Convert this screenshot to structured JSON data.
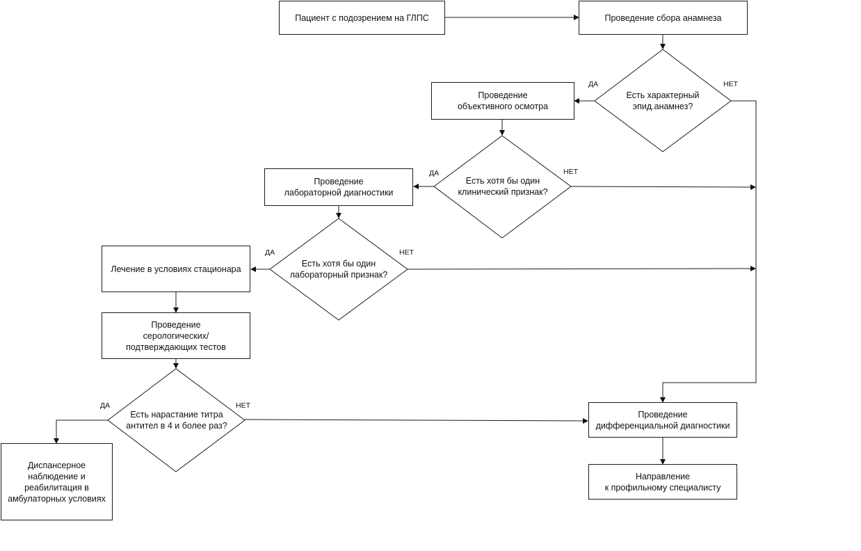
{
  "boxes": {
    "patient": "Пациент с подозрением на ГЛПС",
    "anamnesis": "Проведение сбора анамнеза",
    "exam": "Проведение\nобъективного осмотра",
    "lab": "Проведение\nлабораторной диагностики",
    "hospital": "Лечение в условиях стационара",
    "serology": "Проведение\nсерологических/\nподтверждающих тестов",
    "dispensary": "Диспансерное\nнаблюдение и\nреабилитация в\nамбулаторных условиях",
    "differential": "Проведение\nдифференциальной диагностики",
    "referral": "Направление\nк профильному специалисту"
  },
  "decisions": {
    "epid": "Есть характерный\nэпид.анамнез?",
    "clinical": "Есть хотя бы один\nклинический признак?",
    "laboratory": "Есть хотя бы один\nлабораторный признак?",
    "titer": "Есть нарастание титра\nантител в 4 и более раз?"
  },
  "labels": {
    "yes": "ДА",
    "no": "НЕТ"
  }
}
